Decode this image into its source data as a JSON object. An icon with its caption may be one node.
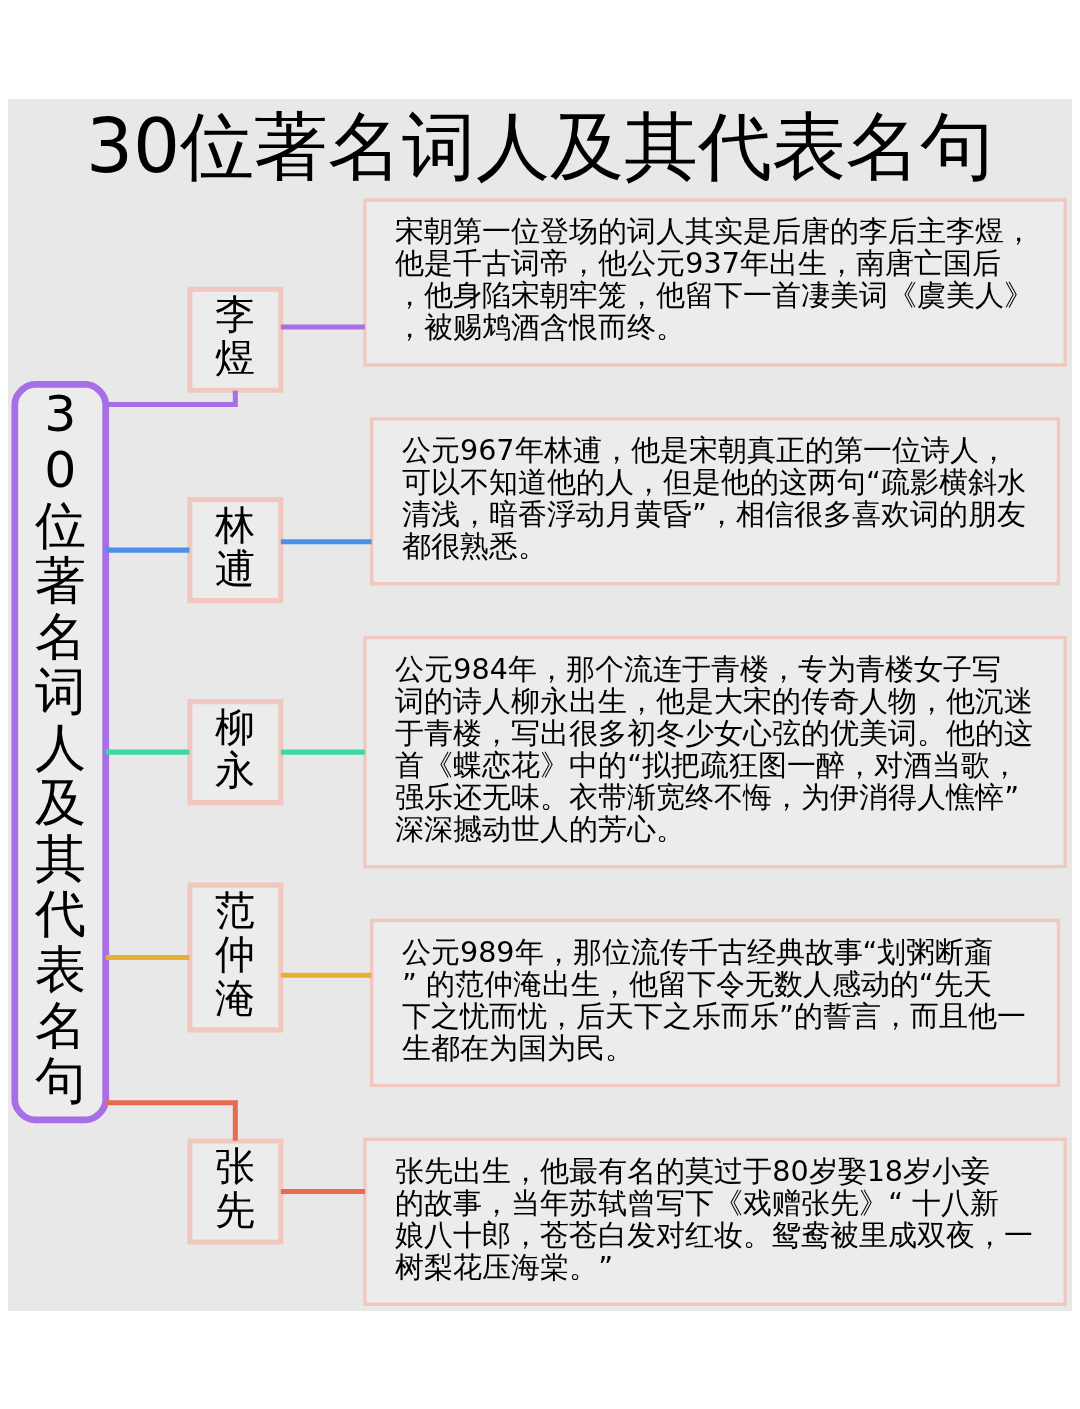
{
  "diagram": {
    "title": "30位著名词人及其代表名句",
    "nodes": [
      {
        "text": [
          "30位著名词人及其代表名句"
        ]
      },
      {
        "text": [
          "李煜"
        ]
      },
      {
        "text": [
          "宋朝第一位登场的词人其实是后唐的李后主李煜，他是千古词帝，他公元937年出生，南唐亡国后，他身陷宋朝牢笼，他留下一首凄美词《虞美人》，被赐鸩酒含恨而终。"
        ]
      },
      {
        "text": [
          "林逋"
        ]
      },
      {
        "text": [
          "公元967年林逋，他是宋朝真正的第一位诗人，可以不知道他的人，但是他的这两句“疏影横斜水清浅，暗香浮动月黄昏”，相信很多喜欢词的朋友都很熟悉。"
        ]
      },
      {
        "text": [
          "柳永"
        ]
      },
      {
        "text": [
          "公元984年，那个流连于青楼，专为青楼女子写词的诗人柳永出生，他是大宋的传奇人物，他沉迷于青楼，写出很多初冬少女心弦的优美词。他的这首《蝶恋花》中的“拟把疏狂图一醉，对酒当歌，强乐还无味。衣带渐宽终不悔，为伊消得人憔悴”深深撼动世人的芳心。"
        ]
      },
      {
        "text": [
          "范仲淹"
        ]
      },
      {
        "text": [
          "公元989年，那位流传千古经典故事“划粥断齑” 的范仲淹出生，他留下令无数人感动的“先天下之忧而忧，后天下之乐而乐”的誓言，而且他一生都在为国为民。"
        ]
      },
      {
        "text": [
          "张先"
        ]
      },
      {
        "text": [
          "张先出生，他最有名的莫过于80岁娶18岁小妾的故事，当年苏轼曾写下《戏赠张先》“ 十八新娘八十郎，苍苍白发对红妆。鸳鸯被里成双夜，一树梨花压海棠。”"
        ]
      }
    ],
    "edges": [
      {
        "from": 0,
        "to": 1,
        "arrow": "none",
        "color": "#a86ee6"
      },
      {
        "from": 1,
        "to": 2,
        "arrow": "none",
        "color": "#a86ee6"
      },
      {
        "from": 0,
        "to": 3,
        "arrow": "none",
        "color": "#4a90e8"
      },
      {
        "from": 3,
        "to": 4,
        "arrow": "none",
        "color": "#4a90e8"
      },
      {
        "from": 0,
        "to": 5,
        "arrow": "none",
        "color": "#3fd8a4"
      },
      {
        "from": 5,
        "to": 6,
        "arrow": "none",
        "color": "#3fd8a4"
      },
      {
        "from": 0,
        "to": 7,
        "arrow": "none",
        "color": "#e8b030"
      },
      {
        "from": 7,
        "to": 8,
        "arrow": "none",
        "color": "#e8b030"
      },
      {
        "from": 0,
        "to": 9,
        "arrow": "none",
        "color": "#e86a50"
      },
      {
        "from": 9,
        "to": 10,
        "arrow": "none",
        "color": "#e86a50"
      }
    ]
  }
}
